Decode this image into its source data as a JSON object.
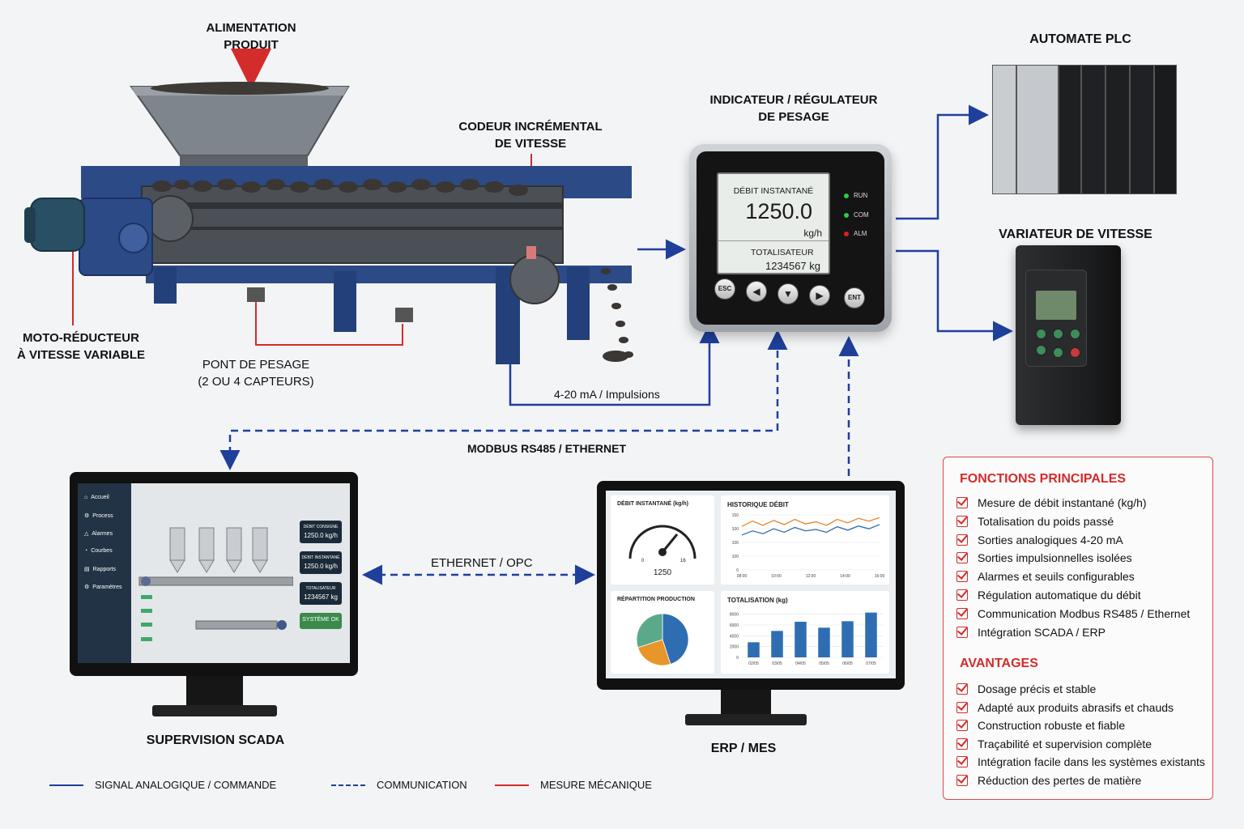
{
  "labels": {
    "feed_line1": "ALIMENTATION",
    "feed_line2": "PRODUIT",
    "encoder_line1": "CODEUR INCRÉMENTAL",
    "encoder_line2": "DE VITESSE",
    "indicator_line1": "INDICATEUR / RÉGULATEUR",
    "indicator_line2": "DE PESAGE",
    "plc": "AUTOMATE PLC",
    "vfd": "VARIATEUR DE VITESSE",
    "motor_line1": "MOTO-RÉDUCTEUR",
    "motor_line2": "À VITESSE VARIABLE",
    "weigh_line1": "PONT DE PESAGE",
    "weigh_line2": "(2 OU 4 CAPTEURS)",
    "signal_4_20": "4-20 mA / Impulsions",
    "modbus": "MODBUS RS485 / ETHERNET",
    "ethernet_opc": "ETHERNET / OPC",
    "scada": "SUPERVISION SCADA",
    "erp": "ERP / MES"
  },
  "indicator": {
    "title": "DÉBIT INSTANTANÉ",
    "value": "1250.0",
    "unit": "kg/h",
    "total_label": "TOTALISATEUR",
    "total_value": "1234567 kg",
    "leds": [
      {
        "label": "RUN",
        "color": "#2ecc40"
      },
      {
        "label": "COM",
        "color": "#2ecc40"
      },
      {
        "label": "ALM",
        "color": "#e02020"
      }
    ],
    "buttons": [
      "ESC",
      "◀",
      "▼",
      "▶",
      "ENT"
    ]
  },
  "scada_screen": {
    "menu": [
      {
        "icon": "⌂",
        "label": "Accueil"
      },
      {
        "icon": "⚙",
        "label": "Process"
      },
      {
        "icon": "△",
        "label": "Alarmes"
      },
      {
        "icon": "◔",
        "label": "Courbes"
      },
      {
        "icon": "▤",
        "label": "Rapports"
      },
      {
        "icon": "⚙",
        "label": "Paramètres"
      }
    ],
    "kpis": [
      {
        "label": "DÉBIT CONSIGNE",
        "value": "1250.0 kg/h"
      },
      {
        "label": "DÉBIT INSTANTANÉ",
        "value": "1250.0 kg/h"
      },
      {
        "label": "TOTALISATEUR",
        "value": "1234567 kg"
      }
    ],
    "status": "SYSTÈME OK"
  },
  "erp_screen": {
    "gauge_title": "DÉBIT INSTANTANÉ (kg/h)",
    "gauge_value": "1250",
    "gauge_min": "0",
    "gauge_max": "16",
    "history_title": "HISTORIQUE DÉBIT",
    "pie_title": "RÉPARTITION PRODUCTION",
    "totals_title": "TOTALISATION (kg)"
  },
  "chart_data": [
    {
      "type": "line",
      "title": "HISTORIQUE DÉBIT",
      "x": [
        "08:00",
        "10:00",
        "12:00",
        "14:00",
        "16:00"
      ],
      "ylim": [
        0,
        150
      ],
      "yticks": [
        0,
        100,
        100,
        100,
        150
      ],
      "series": [
        {
          "color": "#e8832a",
          "values": [
            125,
            140,
            128,
            142,
            130,
            145,
            132,
            138,
            128,
            145,
            135,
            148,
            140,
            150
          ]
        },
        {
          "color": "#2f6db3",
          "values": [
            100,
            112,
            104,
            118,
            108,
            122,
            112,
            116,
            108,
            124,
            114,
            126,
            118,
            130
          ]
        }
      ]
    },
    {
      "type": "pie",
      "title": "RÉPARTITION PRODUCTION",
      "values": [
        45,
        25,
        30
      ],
      "colors": [
        "#2f6db3",
        "#e8952a",
        "#5aa98a"
      ]
    },
    {
      "type": "bar",
      "title": "TOTALISATION (kg)",
      "categories": [
        "02/05",
        "03/05",
        "04/05",
        "05/05",
        "06/05",
        "07/05"
      ],
      "values": [
        2800,
        4900,
        6600,
        5500,
        6700,
        8300
      ],
      "yticks": [
        0,
        2000,
        4000,
        6000,
        8000
      ],
      "ylim": [
        0,
        9000
      ],
      "color": "#2f6db3"
    }
  ],
  "functions": {
    "title": "FONCTIONS PRINCIPALES",
    "items": [
      "Mesure de débit instantané (kg/h)",
      "Totalisation du poids passé",
      "Sorties analogiques 4-20 mA",
      "Sorties impulsionnelles isolées",
      "Alarmes et seuils configurables",
      "Régulation automatique du débit",
      "Communication Modbus RS485 / Ethernet",
      "Intégration SCADA / ERP"
    ],
    "adv_title": "AVANTAGES",
    "adv_items": [
      "Dosage précis et stable",
      "Adapté aux produits abrasifs et chauds",
      "Construction robuste et fiable",
      "Traçabilité et supervision complète",
      "Intégration facile dans les systèmes existants",
      "Réduction des pertes de matière"
    ]
  },
  "legend": [
    {
      "label": "SIGNAL ANALOGIQUE / COMMANDE",
      "color": "#1f3f9a",
      "style": "solid"
    },
    {
      "label": "COMMUNICATION",
      "color": "#1f3f9a",
      "style": "dashed"
    },
    {
      "label": "MESURE MÉCANIQUE",
      "color": "#d42b2b",
      "style": "solid"
    }
  ],
  "colors": {
    "analog": "#1f3f9a",
    "mechanical": "#d42b2b",
    "machine_blue": "#2c4a86"
  }
}
